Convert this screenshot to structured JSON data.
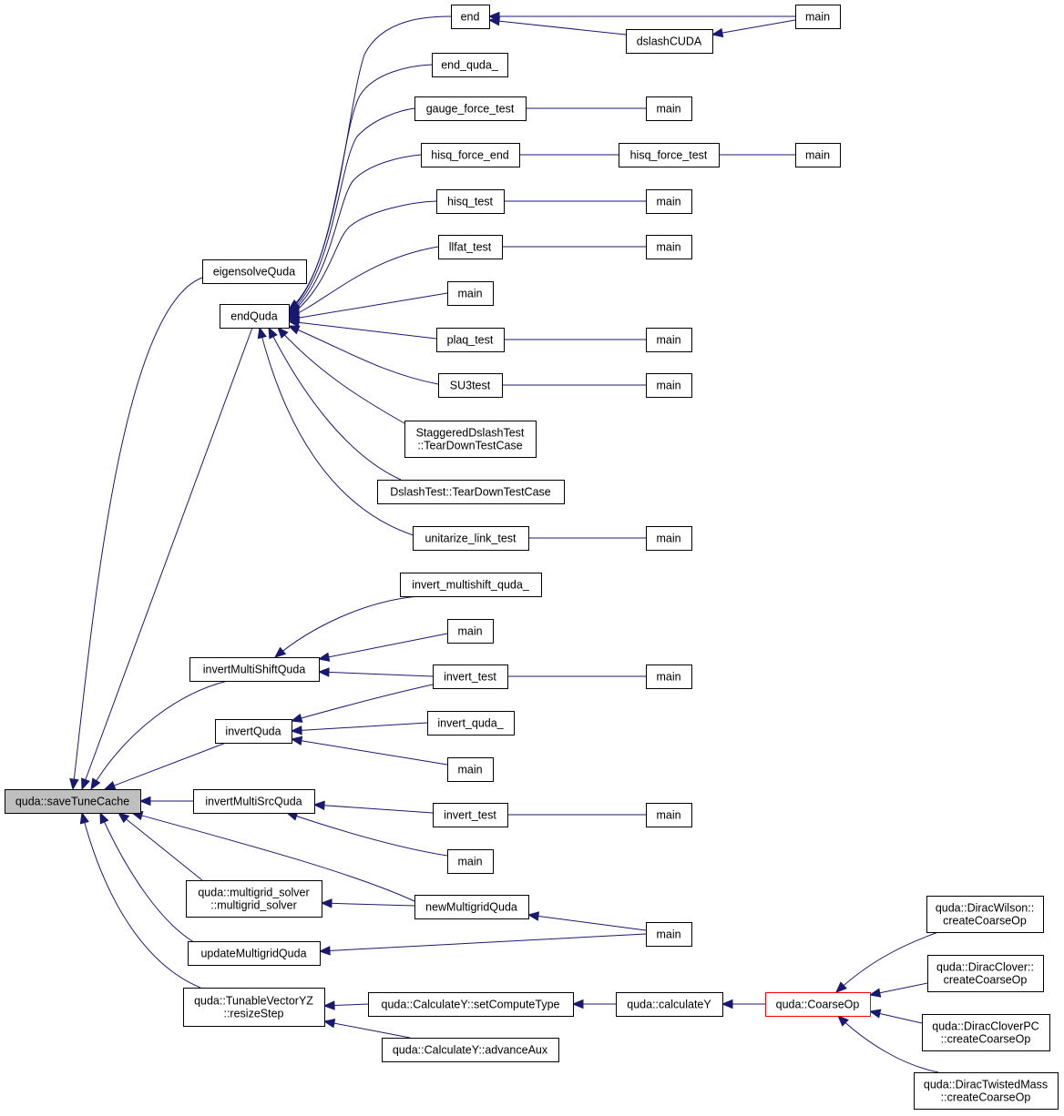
{
  "graph": {
    "edge_color": "#191970",
    "root_fill": "#bfbfbf",
    "nodes": [
      {
        "id": "saveTuneCache",
        "lines": [
          "quda::saveTuneCache"
        ],
        "root": true
      },
      {
        "id": "eigensolveQuda",
        "lines": [
          "eigensolveQuda"
        ]
      },
      {
        "id": "endQuda",
        "lines": [
          "endQuda"
        ]
      },
      {
        "id": "end",
        "lines": [
          "end"
        ]
      },
      {
        "id": "dslashCUDA",
        "lines": [
          "dslashCUDA"
        ]
      },
      {
        "id": "main_end",
        "lines": [
          "main"
        ]
      },
      {
        "id": "end_quda_",
        "lines": [
          "end_quda_"
        ]
      },
      {
        "id": "gauge_force_test",
        "lines": [
          "gauge_force_test"
        ]
      },
      {
        "id": "main_gauge",
        "lines": [
          "main"
        ]
      },
      {
        "id": "hisq_force_end",
        "lines": [
          "hisq_force_end"
        ]
      },
      {
        "id": "hisq_force_test",
        "lines": [
          "hisq_force_test"
        ]
      },
      {
        "id": "main_hisqf",
        "lines": [
          "main"
        ]
      },
      {
        "id": "hisq_test",
        "lines": [
          "hisq_test"
        ]
      },
      {
        "id": "main_hisq",
        "lines": [
          "main"
        ]
      },
      {
        "id": "llfat_test",
        "lines": [
          "llfat_test"
        ]
      },
      {
        "id": "main_llfat",
        "lines": [
          "main"
        ]
      },
      {
        "id": "main_endq",
        "lines": [
          "main"
        ]
      },
      {
        "id": "plaq_test",
        "lines": [
          "plaq_test"
        ]
      },
      {
        "id": "main_plaq",
        "lines": [
          "main"
        ]
      },
      {
        "id": "SU3test",
        "lines": [
          "SU3test"
        ]
      },
      {
        "id": "main_su3",
        "lines": [
          "main"
        ]
      },
      {
        "id": "StaggeredTearDown",
        "lines": [
          "StaggeredDslashTest",
          "::TearDownTestCase"
        ]
      },
      {
        "id": "DslashTearDown",
        "lines": [
          "DslashTest::TearDownTestCase"
        ]
      },
      {
        "id": "unitarize_link_test",
        "lines": [
          "unitarize_link_test"
        ]
      },
      {
        "id": "main_unit",
        "lines": [
          "main"
        ]
      },
      {
        "id": "invertMultiShiftQuda",
        "lines": [
          "invertMultiShiftQuda"
        ]
      },
      {
        "id": "invert_multishift_quda_",
        "lines": [
          "invert_multishift_quda_"
        ]
      },
      {
        "id": "main_ms",
        "lines": [
          "main"
        ]
      },
      {
        "id": "invert_test_1",
        "lines": [
          "invert_test"
        ]
      },
      {
        "id": "main_it1",
        "lines": [
          "main"
        ]
      },
      {
        "id": "invertQuda",
        "lines": [
          "invertQuda"
        ]
      },
      {
        "id": "invert_quda_",
        "lines": [
          "invert_quda_"
        ]
      },
      {
        "id": "main_iq",
        "lines": [
          "main"
        ]
      },
      {
        "id": "invertMultiSrcQuda",
        "lines": [
          "invertMultiSrcQuda"
        ]
      },
      {
        "id": "invert_test_2",
        "lines": [
          "invert_test"
        ]
      },
      {
        "id": "main_it2",
        "lines": [
          "main"
        ]
      },
      {
        "id": "main_msrc",
        "lines": [
          "main"
        ]
      },
      {
        "id": "multigrid_solver",
        "lines": [
          "quda::multigrid_solver",
          "::multigrid_solver"
        ]
      },
      {
        "id": "newMultigridQuda",
        "lines": [
          "newMultigridQuda"
        ]
      },
      {
        "id": "main_mg",
        "lines": [
          "main"
        ]
      },
      {
        "id": "updateMultigridQuda",
        "lines": [
          "updateMultigridQuda"
        ]
      },
      {
        "id": "resizeStep",
        "lines": [
          "quda::TunableVectorYZ",
          "::resizeStep"
        ]
      },
      {
        "id": "setComputeType",
        "lines": [
          "quda::CalculateY::setComputeType"
        ]
      },
      {
        "id": "advanceAux",
        "lines": [
          "quda::CalculateY::advanceAux"
        ]
      },
      {
        "id": "calculateY",
        "lines": [
          "quda::calculateY"
        ]
      },
      {
        "id": "CoarseOp",
        "lines": [
          "quda::CoarseOp"
        ],
        "red": true
      },
      {
        "id": "DiracWilson",
        "lines": [
          "quda::DiracWilson::",
          "createCoarseOp"
        ]
      },
      {
        "id": "DiracClover",
        "lines": [
          "quda::DiracClover::",
          "createCoarseOp"
        ]
      },
      {
        "id": "DiracCloverPC",
        "lines": [
          "quda::DiracCloverPC",
          "::createCoarseOp"
        ]
      },
      {
        "id": "DiracTwistedMass",
        "lines": [
          "quda::DiracTwistedMass",
          "::createCoarseOp"
        ]
      }
    ],
    "edges": [
      [
        "saveTuneCache",
        "eigensolveQuda"
      ],
      [
        "saveTuneCache",
        "endQuda"
      ],
      [
        "saveTuneCache",
        "invertMultiShiftQuda"
      ],
      [
        "saveTuneCache",
        "invertQuda"
      ],
      [
        "saveTuneCache",
        "invertMultiSrcQuda"
      ],
      [
        "saveTuneCache",
        "multigrid_solver"
      ],
      [
        "saveTuneCache",
        "newMultigridQuda"
      ],
      [
        "saveTuneCache",
        "updateMultigridQuda"
      ],
      [
        "saveTuneCache",
        "resizeStep"
      ],
      [
        "endQuda",
        "end"
      ],
      [
        "endQuda",
        "end_quda_"
      ],
      [
        "endQuda",
        "gauge_force_test"
      ],
      [
        "endQuda",
        "hisq_force_end"
      ],
      [
        "endQuda",
        "hisq_test"
      ],
      [
        "endQuda",
        "llfat_test"
      ],
      [
        "endQuda",
        "main_endq"
      ],
      [
        "endQuda",
        "plaq_test"
      ],
      [
        "endQuda",
        "SU3test"
      ],
      [
        "endQuda",
        "StaggeredTearDown"
      ],
      [
        "endQuda",
        "DslashTearDown"
      ],
      [
        "endQuda",
        "unitarize_link_test"
      ],
      [
        "end",
        "main_end"
      ],
      [
        "end",
        "dslashCUDA"
      ],
      [
        "dslashCUDA",
        "main_end"
      ],
      [
        "gauge_force_test",
        "main_gauge"
      ],
      [
        "hisq_force_end",
        "hisq_force_test"
      ],
      [
        "hisq_force_test",
        "main_hisqf"
      ],
      [
        "hisq_test",
        "main_hisq"
      ],
      [
        "llfat_test",
        "main_llfat"
      ],
      [
        "plaq_test",
        "main_plaq"
      ],
      [
        "SU3test",
        "main_su3"
      ],
      [
        "unitarize_link_test",
        "main_unit"
      ],
      [
        "invertMultiShiftQuda",
        "invert_multishift_quda_"
      ],
      [
        "invertMultiShiftQuda",
        "main_ms"
      ],
      [
        "invertMultiShiftQuda",
        "invert_test_1"
      ],
      [
        "invert_test_1",
        "main_it1"
      ],
      [
        "invertQuda",
        "invert_test_1"
      ],
      [
        "invertQuda",
        "invert_quda_"
      ],
      [
        "invertQuda",
        "main_iq"
      ],
      [
        "invertMultiSrcQuda",
        "invert_test_2"
      ],
      [
        "invertMultiSrcQuda",
        "main_msrc"
      ],
      [
        "invert_test_2",
        "main_it2"
      ],
      [
        "multigrid_solver",
        "newMultigridQuda"
      ],
      [
        "newMultigridQuda",
        "main_mg"
      ],
      [
        "updateMultigridQuda",
        "main_mg"
      ],
      [
        "resizeStep",
        "setComputeType"
      ],
      [
        "resizeStep",
        "advanceAux"
      ],
      [
        "setComputeType",
        "calculateY"
      ],
      [
        "calculateY",
        "CoarseOp"
      ],
      [
        "CoarseOp",
        "DiracWilson"
      ],
      [
        "CoarseOp",
        "DiracClover"
      ],
      [
        "CoarseOp",
        "DiracCloverPC"
      ],
      [
        "CoarseOp",
        "DiracTwistedMass"
      ]
    ]
  }
}
